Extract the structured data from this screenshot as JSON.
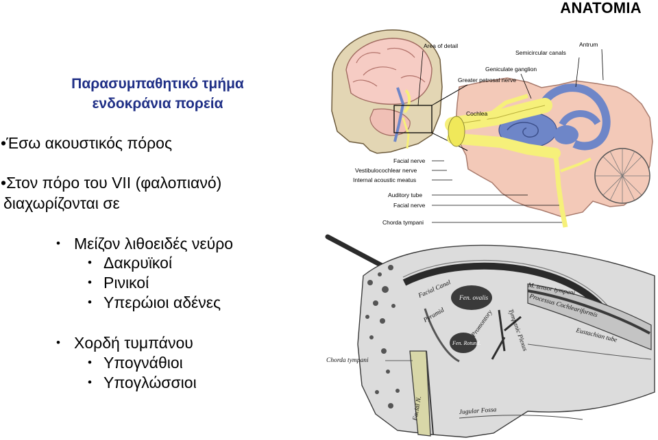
{
  "header": {
    "title": "ΑΝΑΤΟΜΙΑ"
  },
  "slide": {
    "title_line1": "Παρασυμπαθητικό τμήμα",
    "title_line2": "ενδοκράνια πορεία",
    "points": [
      {
        "text": "Έσω ακουστικός πόρος"
      },
      {
        "text": "Στον πόρο του VII (φαλοπιανό)",
        "continuation": "διαχωρίζονται σε"
      }
    ],
    "sub_groups": [
      {
        "text": "Μείζον λιθοειδές νεύρο",
        "children": [
          "Δακρυϊκοί",
          "Ρινικοί",
          "Υπερώιοι αδένες"
        ]
      },
      {
        "text": "Χορδή τυμπάνου",
        "children": [
          "Υπογνάθιοι",
          "Υπογλώσσιοι"
        ]
      }
    ]
  },
  "figure_top": {
    "labels": {
      "area_of_detail": "Area of detail",
      "antrum": "Antrum",
      "semicircular_canals": "Semicircular canals",
      "geniculate_ganglion": "Geniculate ganglion",
      "greater_petrosal_nerve": "Greater petrosal nerve",
      "cochlea": "Cochlea",
      "facial_nerve": "Facial nerve",
      "vestibulocochlear_nerve": "Vestibulocochlear nerve",
      "internal_acoustic_meatus": "Internal acoustic meatus",
      "auditory_tube": "Auditory tube",
      "facial_nerve_2": "Facial nerve",
      "chorda_tympani": "Chorda tympani"
    }
  },
  "figure_bottom": {
    "labels": {
      "facial_canal": "Facial Canal",
      "pyramid": "Pyramid",
      "fenestra_ovalis": "Fen. ovalis",
      "promontory": "Promontory",
      "fenestra_rotunda": "Fen. Rotund.",
      "tympanic_plexus": "Tympanic Plexus",
      "processus_cochleariformis": "Processus Cochleariformis",
      "tensor_tympani": "M. tensor tympani",
      "eustachian_tube": "Eustachian tube",
      "chorda_tympani": "Chorda tympani",
      "facial_nerve": "Facial N.",
      "jugular_fossa": "Jugular Fossa"
    }
  },
  "colors": {
    "title": "#1f2f86",
    "nerve": "#f6f07a",
    "labyrinth": "#6e86c8",
    "tissue": "#f3c9b8",
    "brain": "#f6ccc4"
  }
}
